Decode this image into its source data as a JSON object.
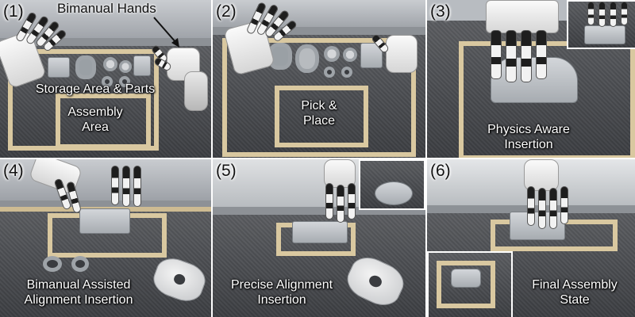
{
  "panels": [
    {
      "number": "(1)",
      "captions": [
        "Storage Area & Parts",
        "Assembly\nArea"
      ],
      "callout": "Bimanual Hands"
    },
    {
      "number": "(2)",
      "captions": [
        "Pick &\nPlace"
      ]
    },
    {
      "number": "(3)",
      "captions": [
        "Physics Aware\nInsertion"
      ]
    },
    {
      "number": "(4)",
      "captions": [
        "Bimanual Assisted\nAlignment Insertion"
      ]
    },
    {
      "number": "(5)",
      "captions": [
        "Precise Alignment\nInsertion"
      ]
    },
    {
      "number": "(6)",
      "captions": [
        "Final Assembly\nState"
      ]
    }
  ]
}
